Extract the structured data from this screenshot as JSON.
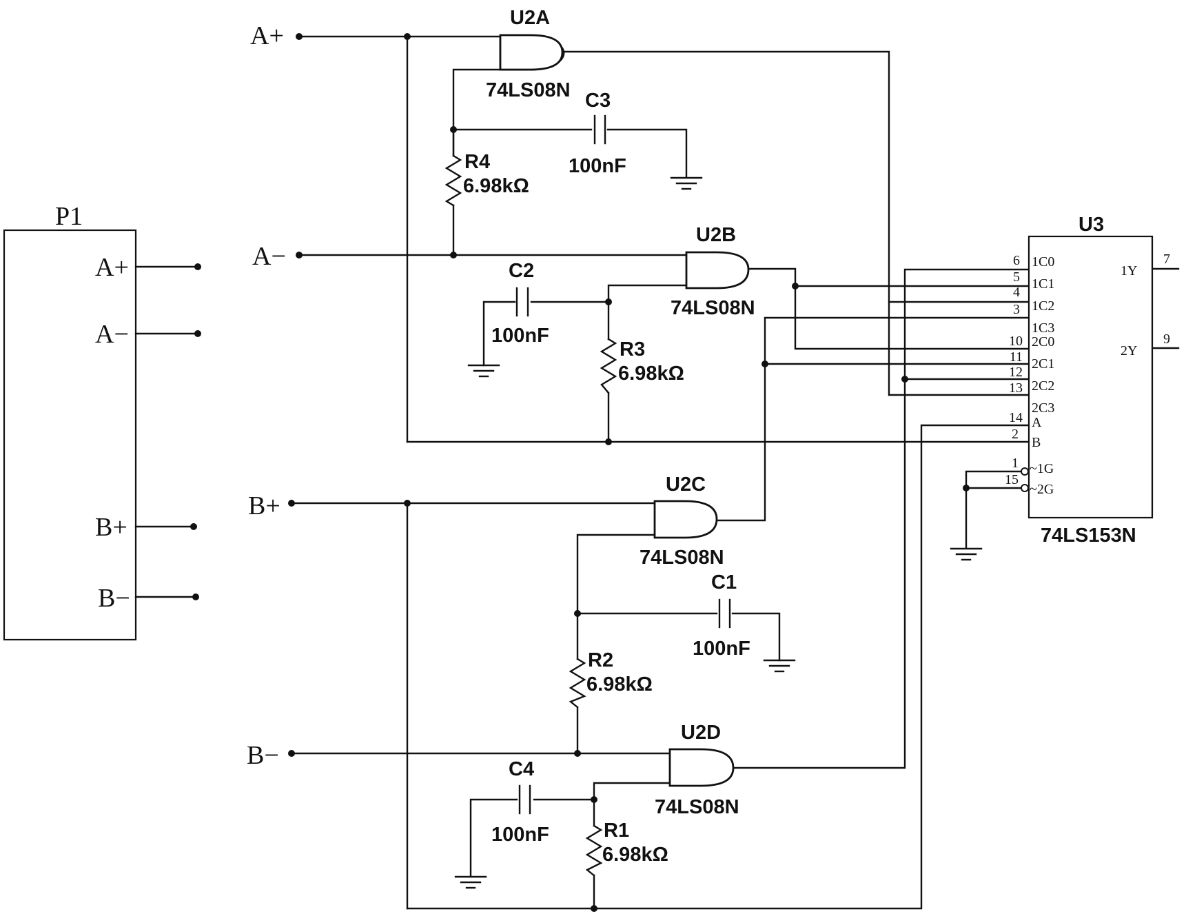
{
  "connector": {
    "name": "P1",
    "pins": [
      "A+",
      "A−",
      "B+",
      "B−"
    ]
  },
  "inputs": {
    "a_plus": "A+",
    "a_minus": "A−",
    "b_plus": "B+",
    "b_minus": "B−"
  },
  "gates": [
    {
      "ref": "U2A",
      "part": "74LS08N"
    },
    {
      "ref": "U2B",
      "part": "74LS08N"
    },
    {
      "ref": "U2C",
      "part": "74LS08N"
    },
    {
      "ref": "U2D",
      "part": "74LS08N"
    }
  ],
  "capacitors": [
    {
      "ref": "C1",
      "value": "100nF"
    },
    {
      "ref": "C2",
      "value": "100nF"
    },
    {
      "ref": "C3",
      "value": "100nF"
    },
    {
      "ref": "C4",
      "value": "100nF"
    }
  ],
  "resistors": [
    {
      "ref": "R1",
      "value": "6.98kΩ"
    },
    {
      "ref": "R2",
      "value": "6.98kΩ"
    },
    {
      "ref": "R3",
      "value": "6.98kΩ"
    },
    {
      "ref": "R4",
      "value": "6.98kΩ"
    }
  ],
  "mux": {
    "ref": "U3",
    "part": "74LS153N",
    "left_pins": [
      {
        "num": "6",
        "name": "1C0"
      },
      {
        "num": "5",
        "name": "1C1"
      },
      {
        "num": "4",
        "name": "1C2"
      },
      {
        "num": "3",
        "name": "1C3"
      },
      {
        "num": "10",
        "name": "2C0"
      },
      {
        "num": "11",
        "name": "2C1"
      },
      {
        "num": "12",
        "name": "2C2"
      },
      {
        "num": "13",
        "name": "2C3"
      },
      {
        "num": "14",
        "name": "A"
      },
      {
        "num": "2",
        "name": "B"
      },
      {
        "num": "1",
        "name": "~1G"
      },
      {
        "num": "15",
        "name": "~2G"
      }
    ],
    "right_pins": [
      {
        "num": "7",
        "name": "1Y"
      },
      {
        "num": "9",
        "name": "2Y"
      }
    ]
  }
}
